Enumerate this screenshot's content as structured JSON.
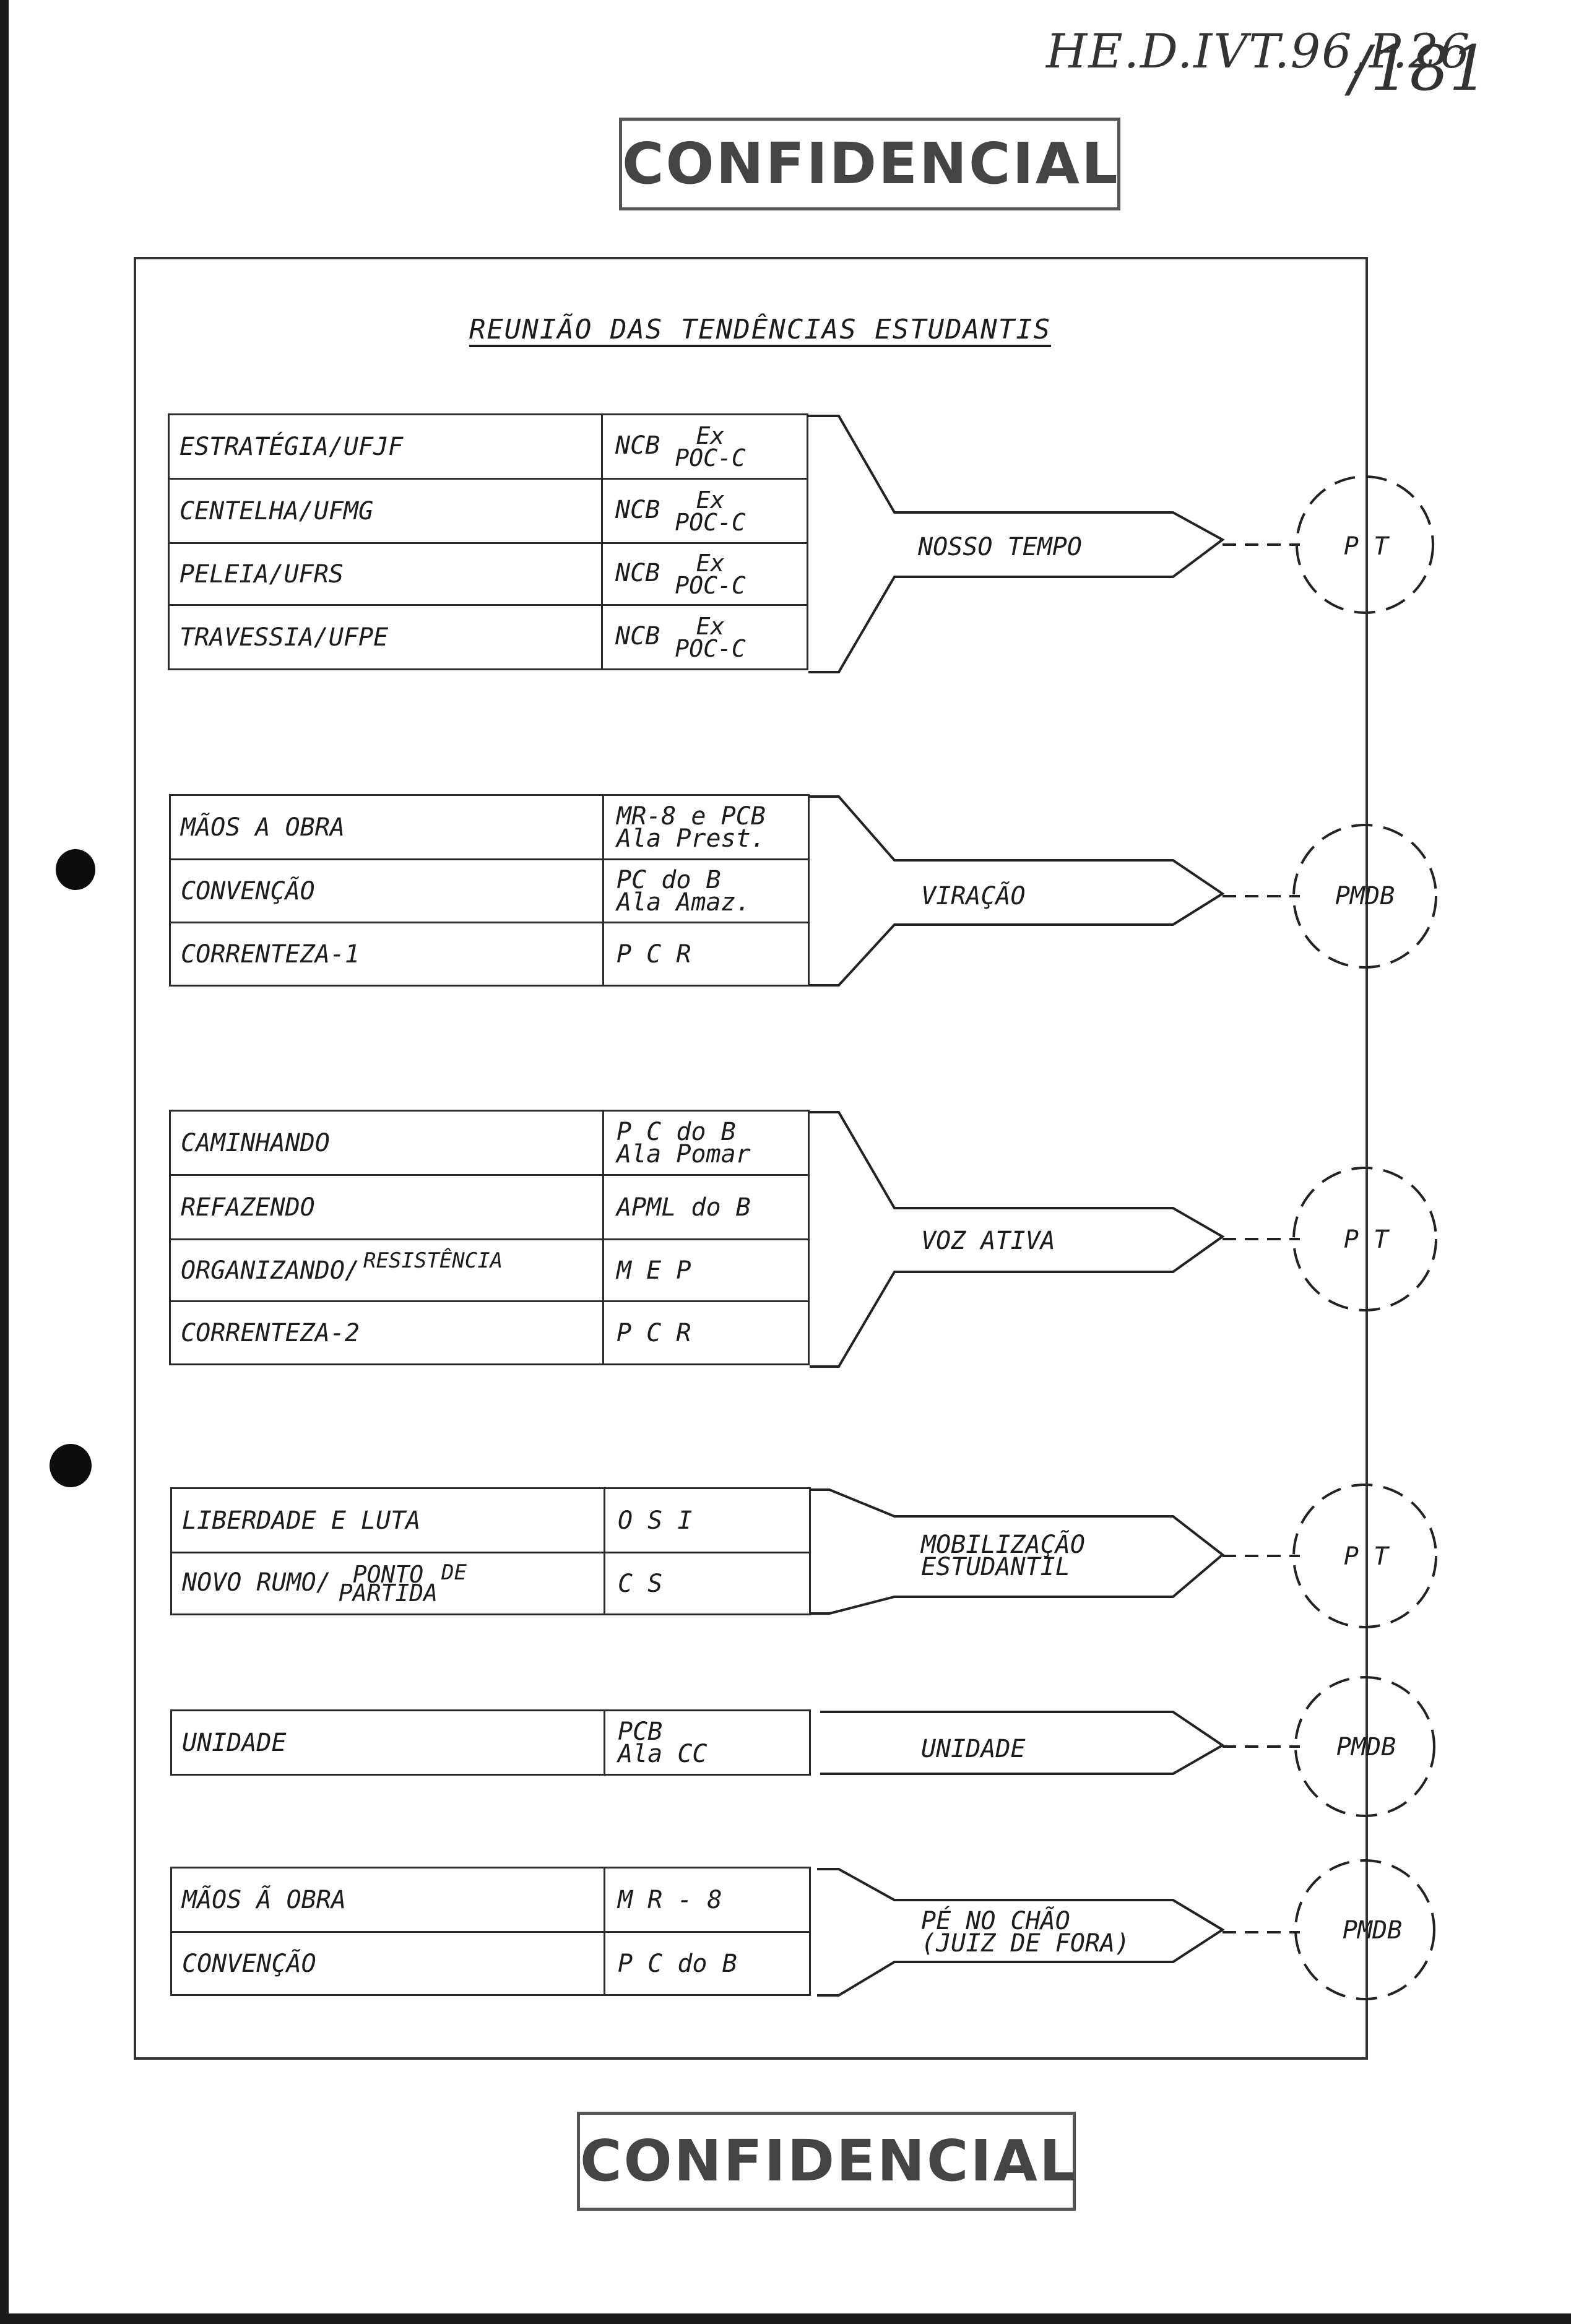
{
  "header": {
    "reference": "HE.D.IVT.96,P.26",
    "page": "181"
  },
  "stamps": {
    "top": "CONFIDENCIAL",
    "bottom": "CONFIDENCIAL"
  },
  "title": "REUNIÃO DAS TENDÊNCIAS ESTUDANTIS",
  "groups": [
    {
      "rows": [
        {
          "name": "ESTRATÉGIA/UFJF",
          "org": "NCB",
          "org_sup": "Ex",
          "org_sub": "POC-C"
        },
        {
          "name": "CENTELHA/UFMG",
          "org": "NCB",
          "org_sup": "Ex",
          "org_sub": "POC-C"
        },
        {
          "name": "PELEIA/UFRS",
          "org": "NCB",
          "org_sup": "Ex",
          "org_sub": "POC-C"
        },
        {
          "name": "TRAVESSIA/UFPE",
          "org": "NCB",
          "org_sup": "Ex",
          "org_sub": "POC-C"
        }
      ],
      "tendency": "NOSSO TEMPO",
      "party": "P T"
    },
    {
      "rows": [
        {
          "name": "MÃOS A OBRA",
          "org_line1": "MR-8 e PCB",
          "org_line2": "Ala Prest."
        },
        {
          "name": "CONVENÇÃO",
          "org_line1": "PC do B",
          "org_line2": "Ala Amaz."
        },
        {
          "name": "CORRENTEZA-1",
          "org": "P C R"
        }
      ],
      "tendency": "VIRAÇÃO",
      "party": "PMDB"
    },
    {
      "rows": [
        {
          "name": "CAMINHANDO",
          "org_line1": "P C do B",
          "org_line2": "Ala Pomar"
        },
        {
          "name": "REFAZENDO",
          "org": "APML do B"
        },
        {
          "name": "ORGANIZANDO/",
          "name_sup": "RESISTÊNCIA",
          "org": "M E P"
        },
        {
          "name": "CORRENTEZA-2",
          "org": "P C R"
        }
      ],
      "tendency": "VOZ ATIVA",
      "party": "P T"
    },
    {
      "rows": [
        {
          "name": "LIBERDADE E LUTA",
          "org": "O S I"
        },
        {
          "name": "NOVO RUMO/",
          "name_sup": "PONTO",
          "name_sub": "PARTIDA",
          "name_sup2": "DE",
          "org": "C S"
        }
      ],
      "tendency_line1": "MOBILIZAÇÃO",
      "tendency_line2": "ESTUDANTIL",
      "party": "P T"
    },
    {
      "rows": [
        {
          "name": "UNIDADE",
          "org_line1": "PCB",
          "org_line2": "Ala CC"
        }
      ],
      "tendency": "UNIDADE",
      "party": "PMDB"
    },
    {
      "rows": [
        {
          "name": "MÃOS Ã OBRA",
          "org": "M R - 8"
        },
        {
          "name": "CONVENÇÃO",
          "org": "P C do B"
        }
      ],
      "tendency_line1": "PÉ NO CHÃO",
      "tendency_line2": "(JUIZ DE FORA)",
      "party": "PMDB"
    }
  ]
}
